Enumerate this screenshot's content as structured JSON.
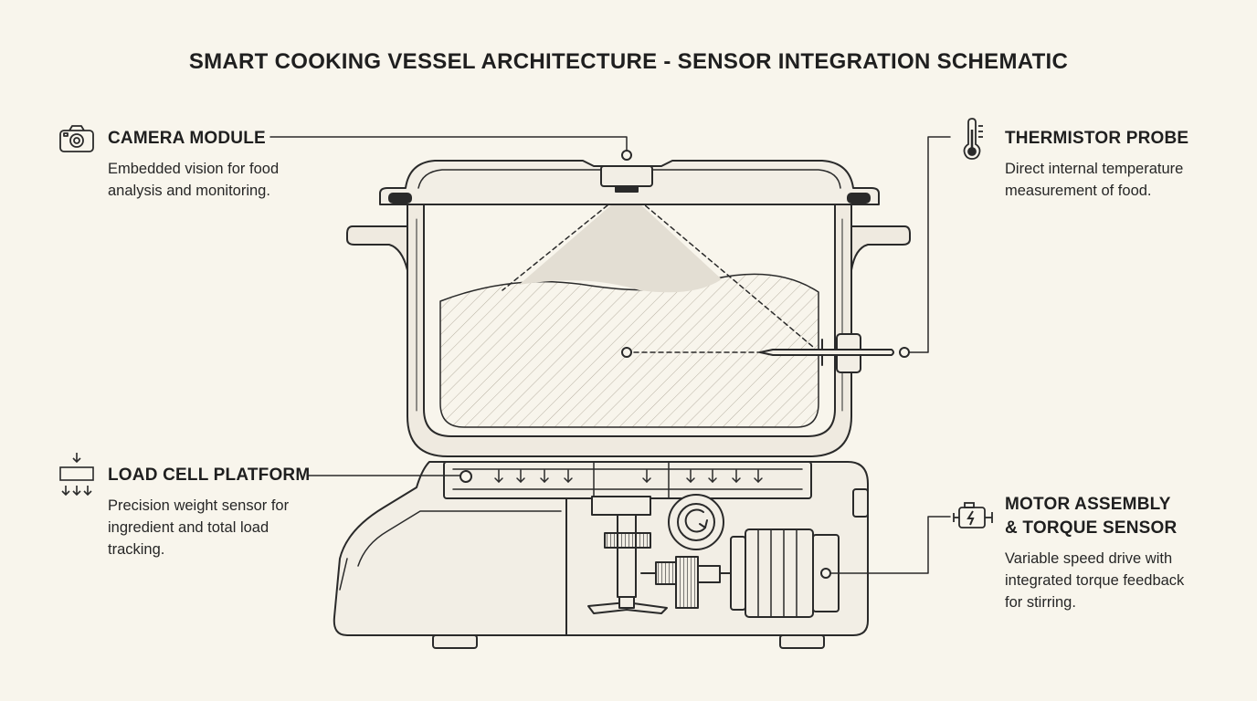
{
  "title": "SMART COOKING VESSEL ARCHITECTURE - SENSOR INTEGRATION SCHEMATIC",
  "callouts": {
    "camera": {
      "heading": "CAMERA MODULE",
      "description": "Embedded vision for food analysis and monitoring.",
      "icon": "camera-icon"
    },
    "thermistor": {
      "heading": "THERMISTOR PROBE",
      "description": "Direct internal temperature measurement of food.",
      "icon": "thermometer-icon"
    },
    "loadcell": {
      "heading": "LOAD CELL PLATFORM",
      "description": "Precision weight sensor for ingredient and total load tracking.",
      "icon": "scale-icon"
    },
    "motor": {
      "heading_line1": "MOTOR ASSEMBLY",
      "heading_line2": "& TORQUE SENSOR",
      "description": "Variable speed drive with integrated torque feedback for stirring.",
      "icon": "motor-icon"
    }
  },
  "colors": {
    "background": "#f8f5ec",
    "line": "#2a2a2a",
    "fill": "#ebe6dc",
    "food": "#e6e0d4"
  }
}
